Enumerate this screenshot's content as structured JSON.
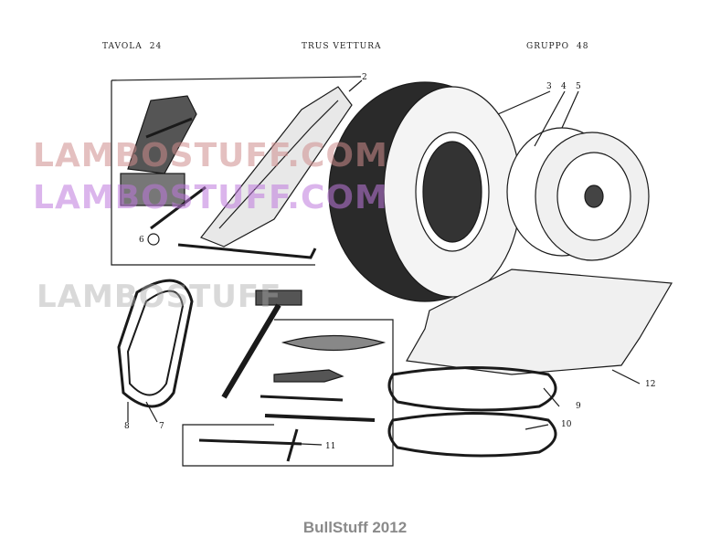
{
  "header": {
    "left_label": "TAVOLA",
    "left_number": "24",
    "center_title": "TRUS VETTURA",
    "right_label": "GRUPPO",
    "right_number": "48"
  },
  "watermarks": {
    "line1": "LAMBOSTUFF.COM",
    "line2": "LAMBOSTUFF.COM",
    "line3": "LAMBOSTUFF"
  },
  "callouts": [
    "2",
    "3",
    "4",
    "5",
    "6",
    "7",
    "8",
    "9",
    "10",
    "11",
    "12"
  ],
  "footer": "BullStuff 2012",
  "colors": {
    "ink": "#1a1a1a",
    "footer": "#8a8a8a"
  }
}
